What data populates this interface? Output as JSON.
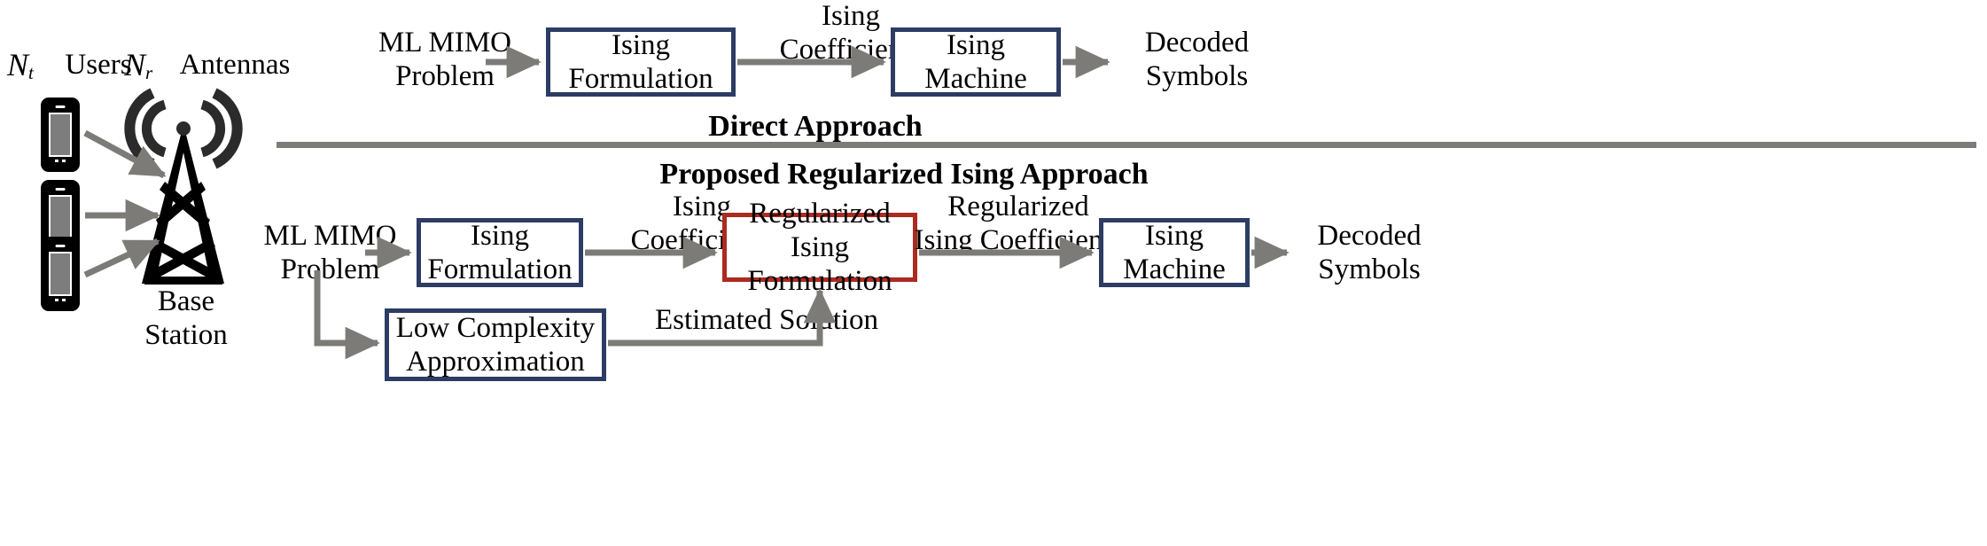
{
  "figure": {
    "type": "block-diagram",
    "title_top": "Direct Approach",
    "title_bottom": "Proposed Regularized Ising Approach"
  },
  "colors": {
    "navy_box_border": "#2c3c64",
    "red_box_border": "#ab2b20",
    "arrow_gray": "#7d7b78",
    "divider_gray": "#7d7b78",
    "phone_screen": "#7d7d7d",
    "tower_black": "#000000",
    "signal_dark": "#2b2b2b",
    "text": "#000000"
  },
  "left_panel": {
    "label_users_var": "N",
    "label_users_sub": "t",
    "label_users": "Users",
    "label_antennas_var": "N",
    "label_antennas_sub": "r",
    "label_antennas": "Antennas",
    "base_station_label": "Base\nStation",
    "devices": [
      {
        "name": "user-phone-1"
      },
      {
        "name": "user-phone-2"
      },
      {
        "name": "user-phone-3"
      }
    ],
    "uplink_arrows": 3
  },
  "top_flow": {
    "heading": "Direct Approach",
    "nodes": [
      {
        "id": "ml-mimo-problem",
        "label": "ML MIMO\nProblem",
        "kind": "text"
      },
      {
        "id": "ising-formulation",
        "label": "Ising\nFormulation",
        "kind": "box-navy"
      },
      {
        "id": "ising-machine",
        "label": "Ising\nMachine",
        "kind": "box-navy"
      },
      {
        "id": "decoded-symbols",
        "label": "Decoded\nSymbols",
        "kind": "text"
      }
    ],
    "edges": [
      {
        "from": "ml-mimo-problem",
        "to": "ising-formulation",
        "label": ""
      },
      {
        "from": "ising-formulation",
        "to": "ising-machine",
        "label": "Ising\nCoefficients"
      },
      {
        "from": "ising-machine",
        "to": "decoded-symbols",
        "label": ""
      }
    ]
  },
  "bottom_flow": {
    "heading": "Proposed Regularized Ising Approach",
    "nodes": [
      {
        "id": "ml-mimo-problem-2",
        "label": "ML MIMO\nProblem",
        "kind": "text"
      },
      {
        "id": "ising-formulation-2",
        "label": "Ising\nFormulation",
        "kind": "box-navy"
      },
      {
        "id": "regularized-ising-formulation",
        "label": "Regularized Ising\nFormulation",
        "kind": "box-red"
      },
      {
        "id": "ising-machine-2",
        "label": "Ising\nMachine",
        "kind": "box-navy"
      },
      {
        "id": "decoded-symbols-2",
        "label": "Decoded\nSymbols",
        "kind": "text"
      },
      {
        "id": "low-complexity-approximation",
        "label": "Low Complexity\nApproximation",
        "kind": "box-navy"
      }
    ],
    "edges": [
      {
        "from": "ml-mimo-problem-2",
        "to": "ising-formulation-2",
        "label": ""
      },
      {
        "from": "ising-formulation-2",
        "to": "regularized-ising-formulation",
        "label": "Ising\nCoefficients"
      },
      {
        "from": "regularized-ising-formulation",
        "to": "ising-machine-2",
        "label": "Regularized\nIsing Coefficients"
      },
      {
        "from": "ising-machine-2",
        "to": "decoded-symbols-2",
        "label": ""
      },
      {
        "from": "ml-mimo-problem-2",
        "to": "low-complexity-approximation",
        "label": ""
      },
      {
        "from": "low-complexity-approximation",
        "to": "regularized-ising-formulation",
        "label": "Estimated Solution"
      }
    ]
  }
}
